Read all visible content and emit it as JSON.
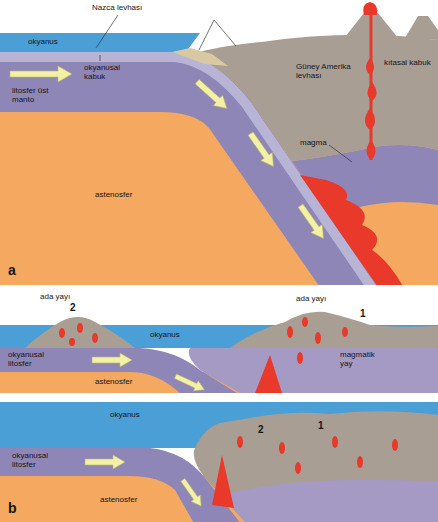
{
  "diagram": {
    "labels": [
      "Nazca levhası",
      "okyanus",
      "okyanusal kabuk",
      "Güney Amerika levhası",
      "kıtasal kabuk",
      "litosfer üst manto",
      "magma",
      "astenosfer",
      "a",
      "ada yayı",
      "2",
      "ada yayı",
      "1",
      "okyanus",
      "okyanusal litosfer",
      "magmatik yay",
      "astenosfer",
      "okyanus",
      "2",
      "1",
      "okyanusal litosfer",
      "astenosfer",
      "b"
    ]
  }
}
